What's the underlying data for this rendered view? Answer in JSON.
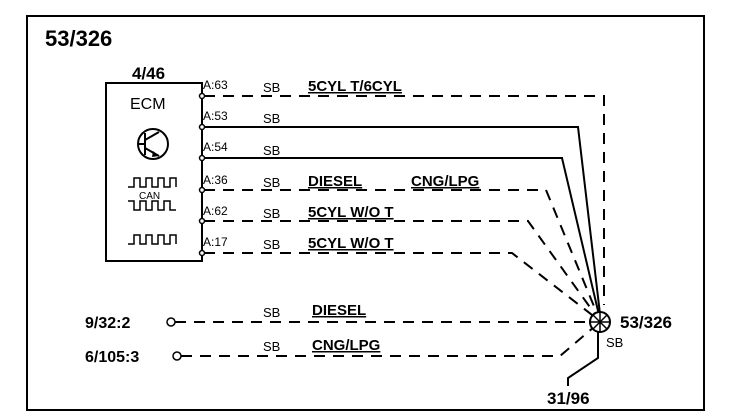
{
  "diagram": {
    "title": "53/326",
    "ecm": {
      "ref": "4/46",
      "label": "ECM",
      "can_label": "CAN"
    },
    "pins": [
      {
        "pin": "A:63",
        "color": "SB",
        "conds": [
          "5CYL T/6CYL"
        ],
        "style": "dashed"
      },
      {
        "pin": "A:53",
        "color": "SB",
        "conds": [],
        "style": "solid"
      },
      {
        "pin": "A:54",
        "color": "SB",
        "conds": [],
        "style": "solid"
      },
      {
        "pin": "A:36",
        "color": "SB",
        "conds": [
          "DIESEL",
          "CNG/LPG"
        ],
        "style": "dashed"
      },
      {
        "pin": "A:62",
        "color": "SB",
        "conds": [
          "5CYL W/O T"
        ],
        "style": "dashed"
      },
      {
        "pin": "A:17",
        "color": "SB",
        "conds": [
          "5CYL W/O T"
        ],
        "style": "dashed"
      }
    ],
    "external": [
      {
        "ref": "9/32:2",
        "color": "SB",
        "cond": "DIESEL"
      },
      {
        "ref": "6/105:3",
        "color": "SB",
        "cond": "CNG/LPG"
      }
    ],
    "connector": {
      "ref": "53/326",
      "color": "SB"
    },
    "ground": {
      "ref": "31/96"
    },
    "icons": [
      "transistor-icon",
      "square-wave-icon",
      "can-signal-icon"
    ]
  }
}
